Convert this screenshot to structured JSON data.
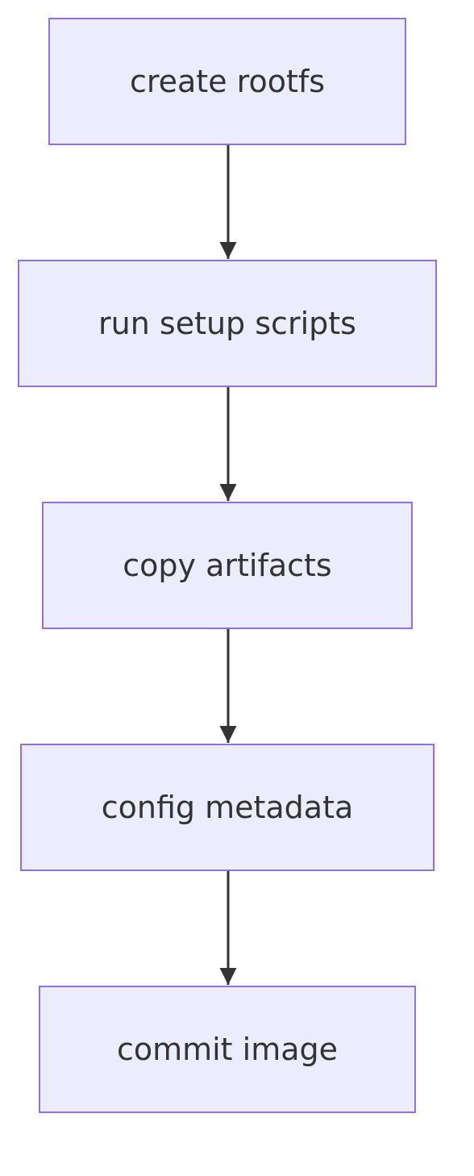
{
  "diagram": {
    "type": "flowchart",
    "direction": "top-to-bottom",
    "colors": {
      "node_fill": "#ECECFF",
      "node_border": "#9370DB",
      "text": "#333333",
      "edge": "#333333"
    },
    "nodes": [
      {
        "id": "n1",
        "label": "create rootfs"
      },
      {
        "id": "n2",
        "label": "run setup scripts"
      },
      {
        "id": "n3",
        "label": "copy artifacts"
      },
      {
        "id": "n4",
        "label": "config metadata"
      },
      {
        "id": "n5",
        "label": "commit image"
      }
    ],
    "edges": [
      {
        "from": "n1",
        "to": "n2"
      },
      {
        "from": "n2",
        "to": "n3"
      },
      {
        "from": "n3",
        "to": "n4"
      },
      {
        "from": "n4",
        "to": "n5"
      }
    ]
  }
}
